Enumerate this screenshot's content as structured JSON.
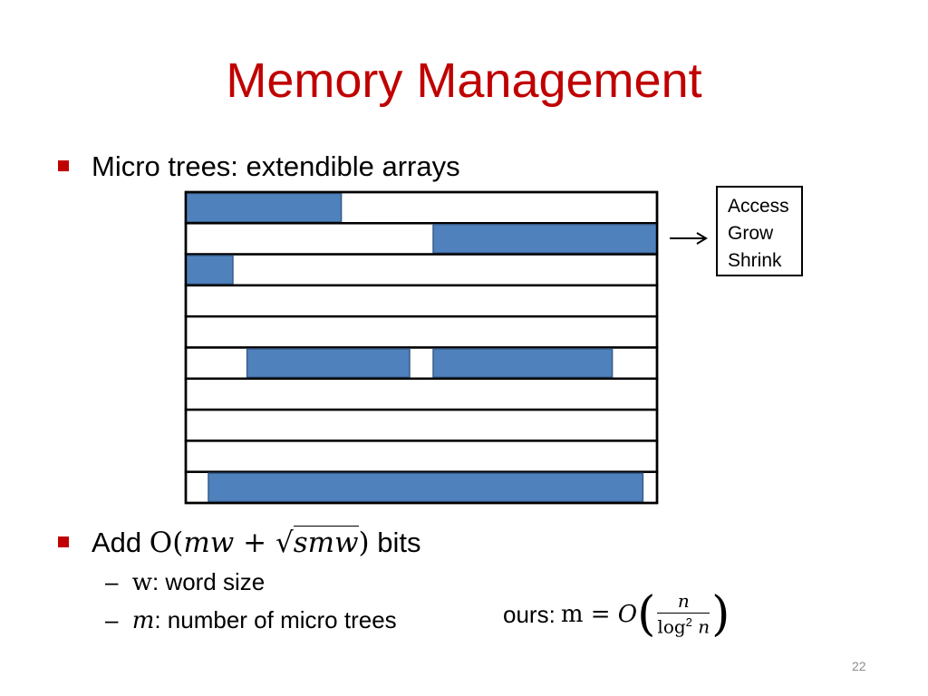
{
  "slide": {
    "title": "Memory Management",
    "page_number": "22"
  },
  "bullets": [
    {
      "text": "Micro trees: extendible arrays"
    },
    {
      "prefix": "Add ",
      "math_O": "O",
      "math_open": "(",
      "math_mw": "mw",
      "math_plus": " + ",
      "math_sqrt": "√",
      "math_smw": "smw",
      "math_close": ")",
      "suffix": " bits"
    }
  ],
  "sub_bullets": [
    {
      "dash": "–",
      "symbol": "w",
      "text": ": word size"
    },
    {
      "dash": "–",
      "symbol": "m",
      "text": ": number of micro trees"
    }
  ],
  "operations_box": {
    "items": [
      "Access",
      "Grow",
      "Shrink"
    ]
  },
  "ours": {
    "label": "ours: ",
    "m": "m",
    "eq": " = ",
    "O": "O",
    "numerator": "n",
    "denominator_log": "log",
    "denominator_exp": "2",
    "denominator_n": " n"
  },
  "diagram": {
    "row_count": 10,
    "filled_segments_by_row": [
      [
        [
          0.0,
          0.33
        ]
      ],
      [
        [
          0.525,
          1.0
        ]
      ],
      [
        [
          0.0,
          0.1
        ]
      ],
      [],
      [],
      [
        [
          0.13,
          0.475
        ],
        [
          0.525,
          0.905
        ]
      ],
      [],
      [],
      [],
      [
        [
          0.048,
          0.97
        ]
      ]
    ],
    "colors": {
      "fill": "#4f81bd",
      "fill_stroke": "#385d8a",
      "outline": "#000000"
    }
  },
  "colors": {
    "title": "#c00000",
    "bullet": "#c00000",
    "page_number": "#8c8c8c"
  }
}
